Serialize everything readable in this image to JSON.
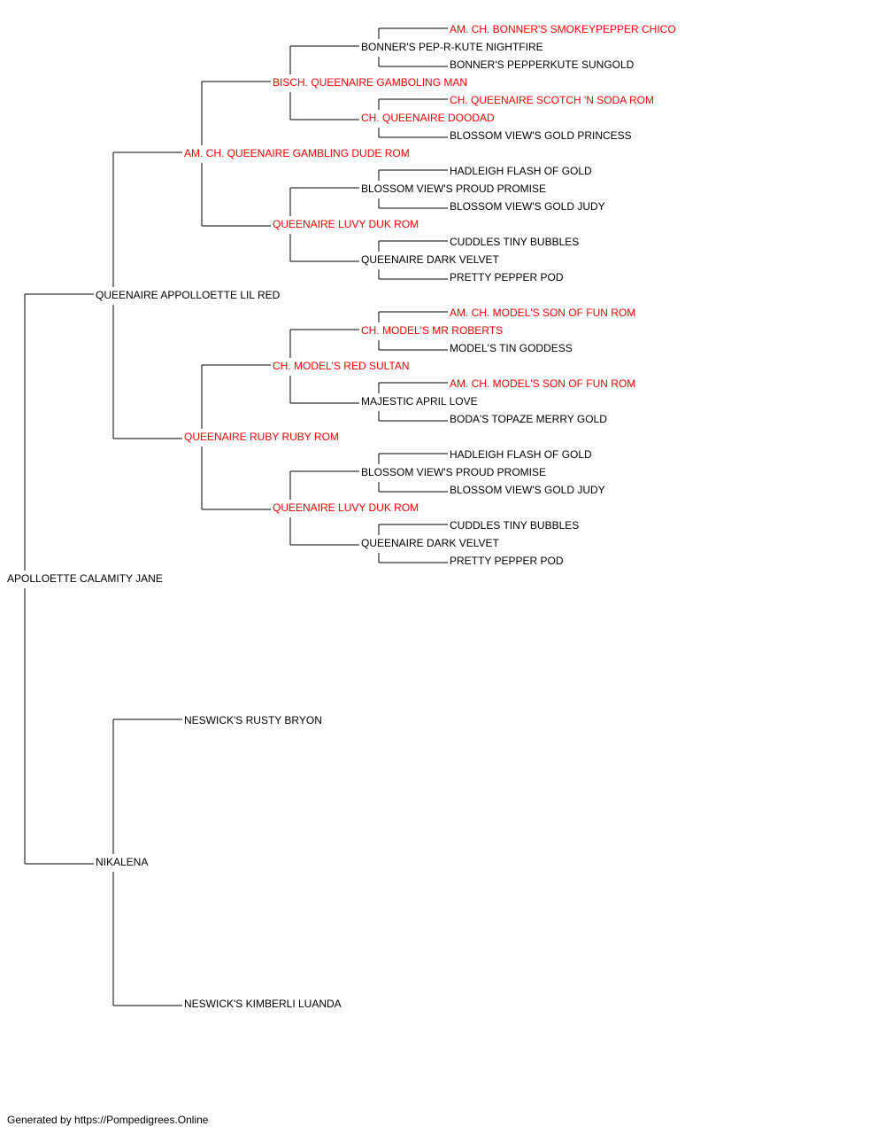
{
  "colors": {
    "champion": "#ff0000",
    "regular": "#000000",
    "line": "#000000"
  },
  "pedigree": {
    "name": "APOLLOETTE CALAMITY JANE",
    "champion": false,
    "sire": {
      "name": "QUEENAIRE APPOLLOETTE LIL RED",
      "champion": false,
      "sire": {
        "name": "AM. CH. QUEENAIRE GAMBLING DUDE ROM",
        "champion": true,
        "sire": {
          "name": "BISCH. QUEENAIRE GAMBOLING MAN",
          "champion": true,
          "sire": {
            "name": "BONNER'S PEP-R-KUTE NIGHTFIRE",
            "champion": false,
            "sire": {
              "name": "AM. CH. BONNER'S SMOKEYPEPPER CHICO",
              "champion": true
            },
            "dam": {
              "name": "BONNER'S PEPPERKUTE SUNGOLD",
              "champion": false
            }
          },
          "dam": {
            "name": "CH. QUEENAIRE DOODAD",
            "champion": true,
            "sire": {
              "name": "CH. QUEENAIRE SCOTCH 'N SODA ROM",
              "champion": true
            },
            "dam": {
              "name": "BLOSSOM VIEW'S GOLD PRINCESS",
              "champion": false
            }
          }
        },
        "dam": {
          "name": "QUEENAIRE LUVY DUK ROM",
          "champion": true,
          "sire": {
            "name": "BLOSSOM VIEW'S PROUD PROMISE",
            "champion": false,
            "sire": {
              "name": "HADLEIGH FLASH OF GOLD",
              "champion": false
            },
            "dam": {
              "name": "BLOSSOM VIEW'S GOLD JUDY",
              "champion": false
            }
          },
          "dam": {
            "name": "QUEENAIRE DARK VELVET",
            "champion": false,
            "sire": {
              "name": "CUDDLES TINY BUBBLES",
              "champion": false
            },
            "dam": {
              "name": "PRETTY PEPPER POD",
              "champion": false
            }
          }
        }
      },
      "dam": {
        "name": "QUEENAIRE RUBY RUBY ROM",
        "champion": true,
        "sire": {
          "name": "CH. MODEL'S RED SULTAN",
          "champion": true,
          "sire": {
            "name": "CH. MODEL'S MR ROBERTS",
            "champion": true,
            "sire": {
              "name": "AM. CH. MODEL'S SON OF FUN ROM",
              "champion": true
            },
            "dam": {
              "name": "MODEL'S TIN GODDESS",
              "champion": false
            }
          },
          "dam": {
            "name": "MAJESTIC APRIL LOVE",
            "champion": false,
            "sire": {
              "name": "AM. CH. MODEL'S SON OF FUN ROM",
              "champion": true
            },
            "dam": {
              "name": "BODA'S TOPAZE MERRY GOLD",
              "champion": false
            }
          }
        },
        "dam": {
          "name": "QUEENAIRE LUVY DUK ROM",
          "champion": true,
          "sire": {
            "name": "BLOSSOM VIEW'S PROUD PROMISE",
            "champion": false,
            "sire": {
              "name": "HADLEIGH FLASH OF GOLD",
              "champion": false
            },
            "dam": {
              "name": "BLOSSOM VIEW'S GOLD JUDY",
              "champion": false
            }
          },
          "dam": {
            "name": "QUEENAIRE DARK VELVET",
            "champion": false,
            "sire": {
              "name": "CUDDLES TINY BUBBLES",
              "champion": false
            },
            "dam": {
              "name": "PRETTY PEPPER POD",
              "champion": false
            }
          }
        }
      }
    },
    "dam": {
      "name": "NIKALENA",
      "champion": false,
      "sire": {
        "name": "NESWICK'S RUSTY BRYON",
        "champion": false
      },
      "dam": {
        "name": "NESWICK'S KIMBERLI LUANDA",
        "champion": false
      }
    }
  },
  "footer": "Generated by https://Pompedigrees.Online"
}
